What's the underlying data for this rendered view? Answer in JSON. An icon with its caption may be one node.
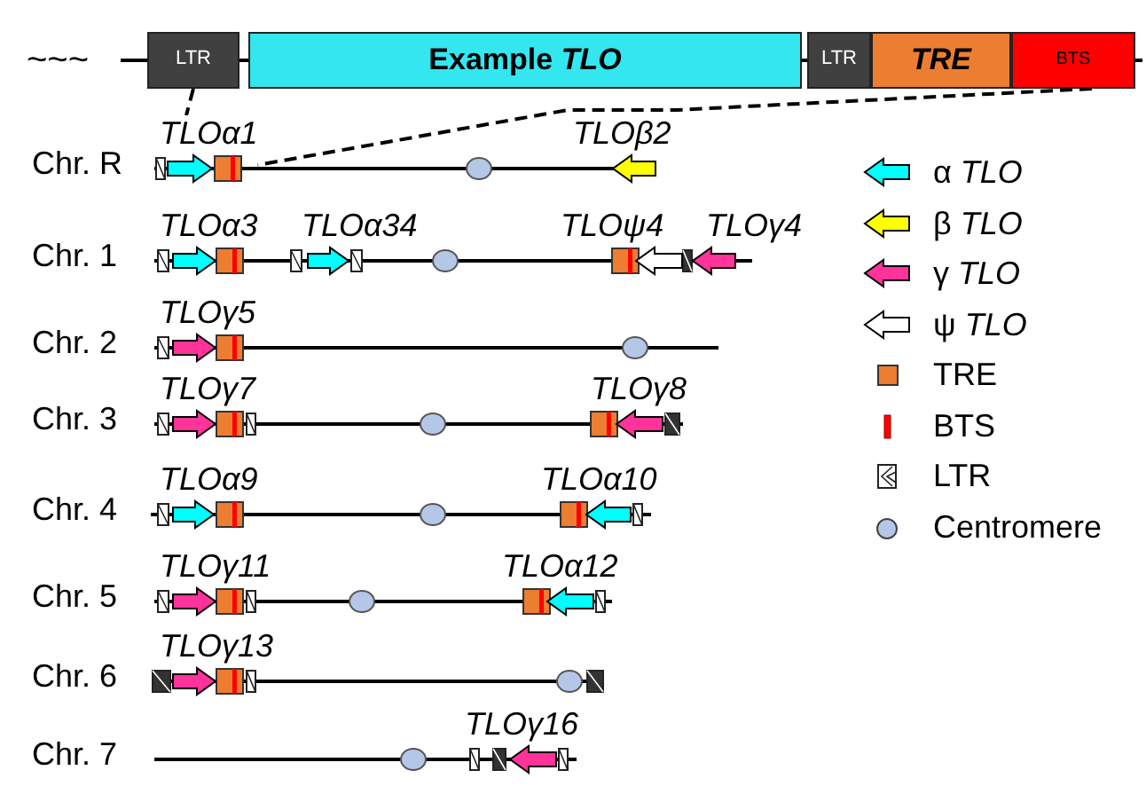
{
  "diagram": {
    "nodes": [
      {
        "text": [
          "LTR"
        ]
      },
      {
        "text": [
          "Example *TLO*"
        ]
      },
      {
        "text": [
          "LTR"
        ]
      },
      {
        "text": [
          "TRE"
        ]
      },
      {
        "text": [
          "BTS"
        ]
      },
      {
        "text": [
          "TLOα1"
        ]
      },
      {
        "text": [
          "TLOβ2"
        ]
      },
      {
        "text": [
          "TLOα3"
        ]
      },
      {
        "text": [
          "TLOα34"
        ]
      },
      {
        "text": [
          "TLOψ4"
        ]
      },
      {
        "text": [
          "TLOγ4"
        ]
      },
      {
        "text": [
          "TLOγ5"
        ]
      },
      {
        "text": [
          "TLOγ7"
        ]
      },
      {
        "text": [
          "TLOγ8"
        ]
      },
      {
        "text": [
          "TLOα9"
        ]
      },
      {
        "text": [
          "TLOα10"
        ]
      },
      {
        "text": [
          "TLOγ11"
        ]
      },
      {
        "text": [
          "TLOα12"
        ]
      },
      {
        "text": [
          "TLOγ13"
        ]
      },
      {
        "text": [
          "TLOγ16"
        ]
      }
    ],
    "edges": [
      {
        "from": 0,
        "to": 5,
        "arrow": "none",
        "style": "dashed"
      },
      {
        "from": 4,
        "to": 5,
        "arrow": "none",
        "style": "dashed"
      }
    ],
    "labels": [
      "~~~",
      "Chr. R",
      "Chr. 1",
      "Chr. 2",
      "Chr. 3",
      "Chr. 4",
      "Chr. 5",
      "Chr. 6",
      "Chr. 7"
    ],
    "legend": [
      {
        "text": "α *TLO*",
        "color": "#00ffff"
      },
      {
        "text": "β *TLO*",
        "color": "#ffff00"
      },
      {
        "text": "γ *TLO*",
        "color": "#ff3399"
      },
      {
        "text": "ψ *TLO*",
        "color": "#ffffff"
      },
      {
        "text": "TRE",
        "color": "#ed7d31"
      },
      {
        "text": "BTS",
        "color": "#ff0000"
      },
      {
        "text": "LTR"
      },
      {
        "text": "Centromere",
        "color": "#b4c7e7"
      }
    ]
  }
}
